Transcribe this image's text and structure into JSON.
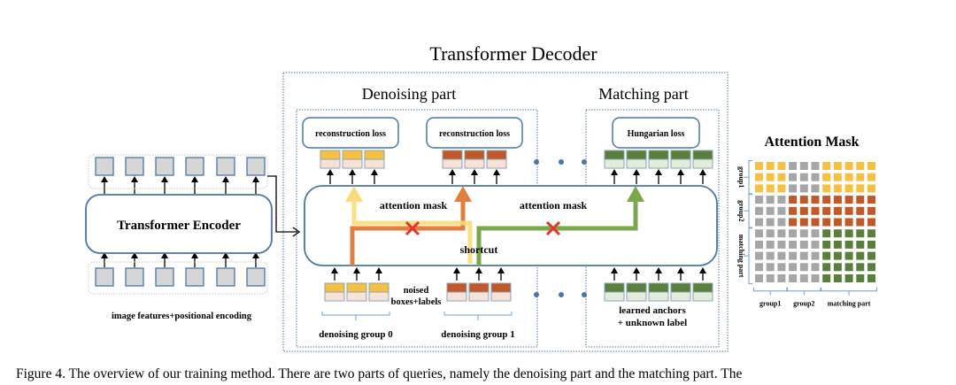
{
  "title": "Transformer Decoder",
  "denoising": {
    "label": "Denoising part",
    "loss_label_0": "reconstruction loss",
    "loss_label_1": "reconstruction loss",
    "attention_mask_label": "attention mask",
    "shortcut_label": "shortcut",
    "noised_line1": "noised",
    "noised_line2": "boxes+labels",
    "group0_label": "denoising group 0",
    "group1_label": "denoising group 1"
  },
  "matching": {
    "label": "Matching part",
    "loss_label": "Hungarian loss",
    "attention_mask_label": "attention mask",
    "anchors_line1": "learned anchors",
    "anchors_line2": "+ unknown label"
  },
  "encoder": {
    "label": "Transformer Encoder",
    "input_label": "image features+positional encoding"
  },
  "attention_mask": {
    "title": "Attention Mask",
    "row_labels": [
      "group1",
      "group2",
      "matching part"
    ],
    "col_labels": [
      "group1",
      "group2",
      "matching part"
    ],
    "groups": [
      3,
      3,
      5
    ],
    "legend_colors": {
      "group1": "#F6C142",
      "group2": "#C0582A",
      "matching": "#5A7F3A",
      "masked": "#A6A6A6"
    }
  },
  "colors": {
    "yellow": "#F6C142",
    "yellow_line": "#FADB7A",
    "orange_line": "#E07F3E",
    "brown": "#C0582A",
    "green": "#5A7F3A",
    "green_line": "#78A84A",
    "pale_orange": "#F7E3D6",
    "pale_green": "#E3EEDA",
    "gray_token": "#D6D6D6",
    "box_stroke": "#4A76A8",
    "red_x": "#E8322A"
  },
  "caption": "Figure 4.  The overview of our training method.  There are two parts of queries, namely the denoising part and the matching part.  The"
}
